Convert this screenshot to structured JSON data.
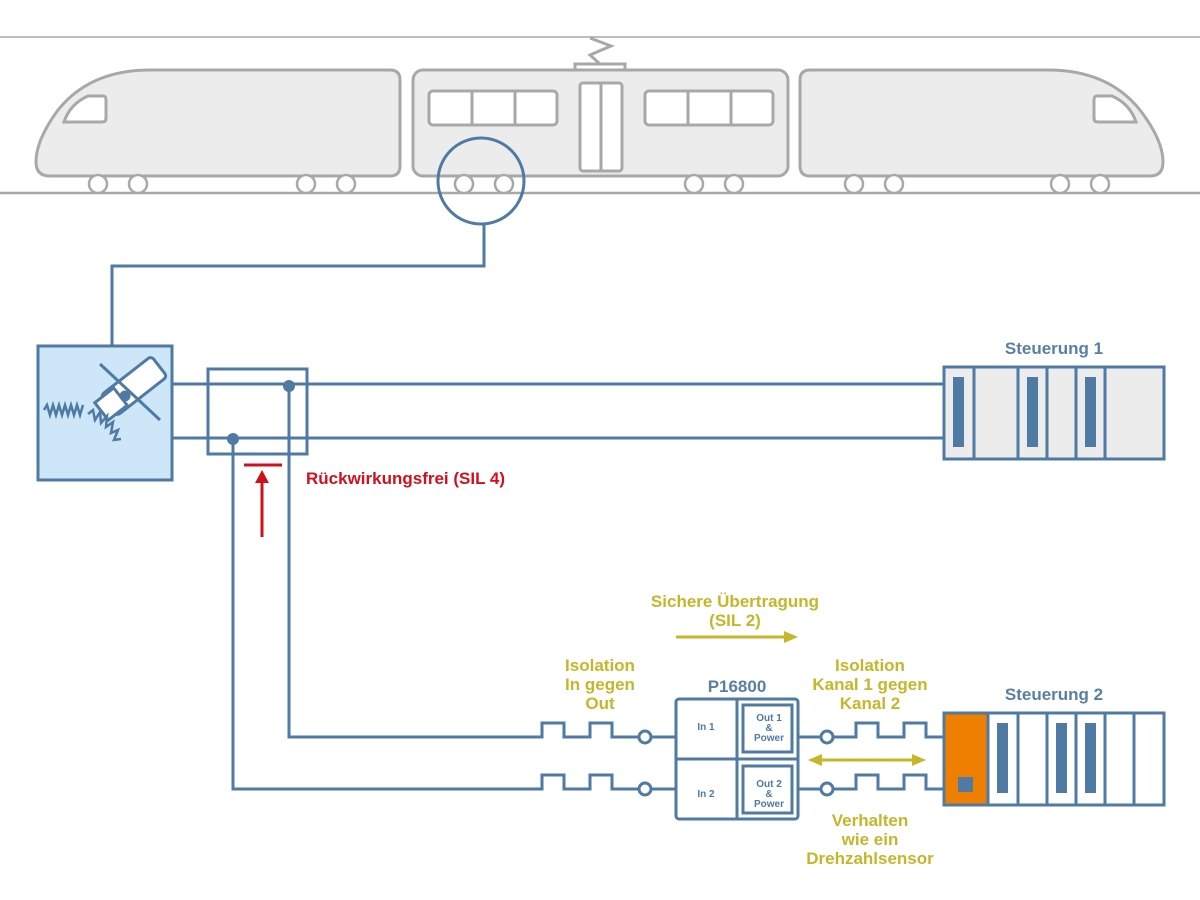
{
  "labels": {
    "steuerung1": "Steuerung 1",
    "steuerung2": "Steuerung 2",
    "rueckwirkungsfrei": "Rückwirkungsfrei (SIL 4)",
    "sichere_uebertragung": [
      "Sichere Übertragung",
      "(SIL 2)"
    ],
    "isolation_in_out": [
      "Isolation",
      "In gegen",
      "Out"
    ],
    "isolation_kanal": [
      "Isolation",
      "Kanal 1 gegen",
      "Kanal 2"
    ],
    "device_name": "P16800",
    "in1": "In 1",
    "in2": "In 2",
    "out1": [
      "Out 1",
      "&",
      "Power"
    ],
    "out2": [
      "Out 2",
      "&",
      "Power"
    ],
    "verhalten": [
      "Verhalten",
      "wie ein",
      "Drehzahlsensor"
    ]
  },
  "colors": {
    "line_blue": "#4f7aa3",
    "train_gray": "#a8a8a8",
    "train_fill": "#ececec",
    "sensor_fill": "#cde7f8",
    "red": "#d0101c",
    "gold": "#c5b62a",
    "orange": "#ee7f00"
  }
}
